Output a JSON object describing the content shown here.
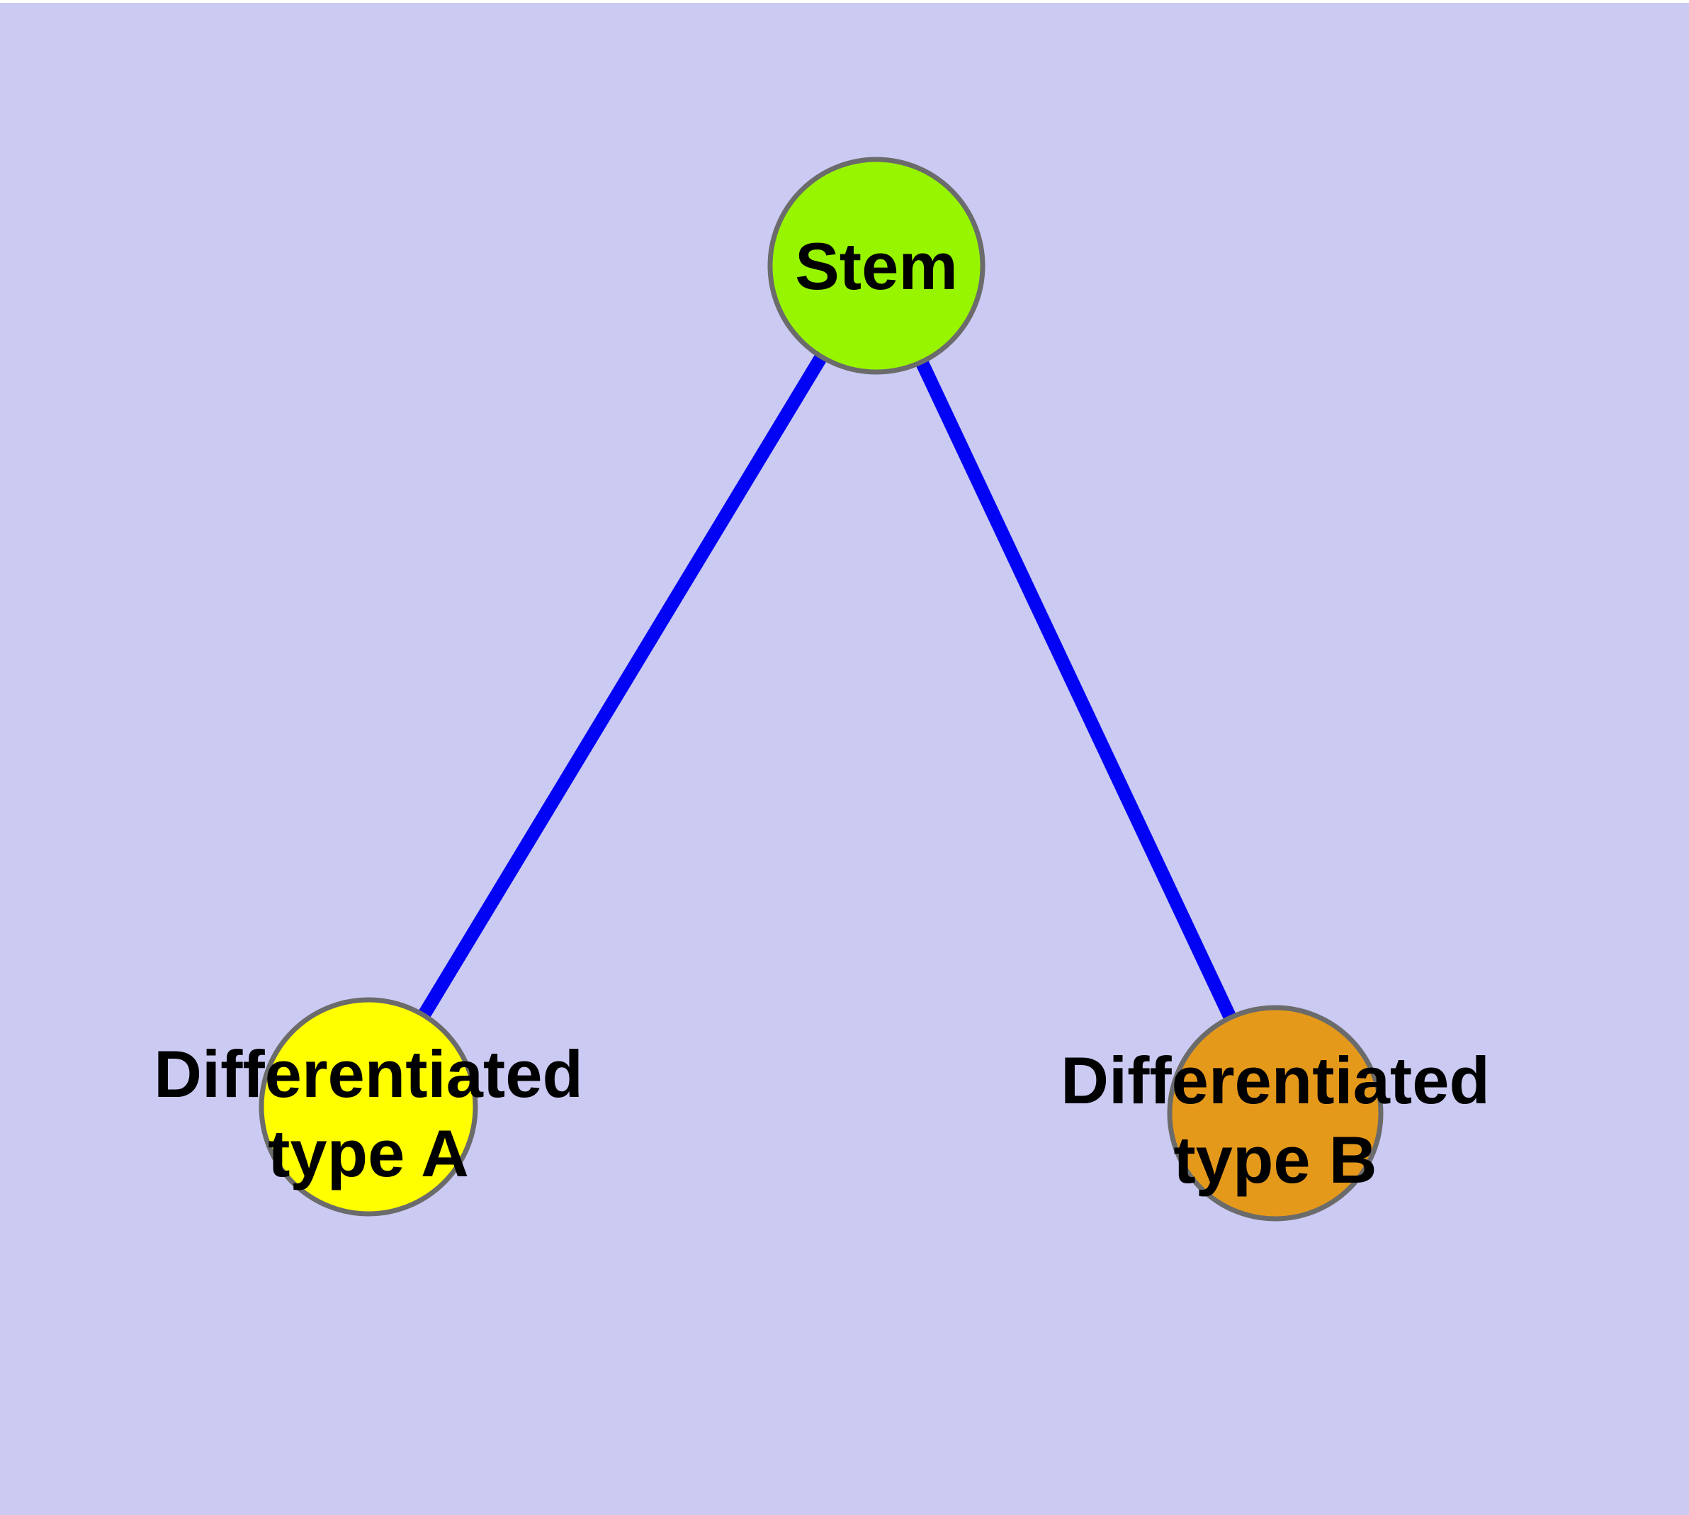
{
  "colors": {
    "background": "#CACAF3",
    "top_strip": "#FFFFFF",
    "edge": "#0202F5",
    "node_border": "#6B6B6B",
    "label_text": "#000000"
  },
  "nodes": {
    "stem": {
      "label": "Stem",
      "fill": "#97F500"
    },
    "type_a": {
      "label_line1": "Differentiated",
      "label_line2": "type A",
      "fill": "#FFFF00"
    },
    "type_b": {
      "label_line1": "Differentiated",
      "label_line2": "type B",
      "fill": "#E5991B"
    }
  },
  "edges": [
    {
      "source": "Stem",
      "target": "Differentiated type A"
    },
    {
      "source": "Stem",
      "target": "Differentiated type B"
    }
  ]
}
